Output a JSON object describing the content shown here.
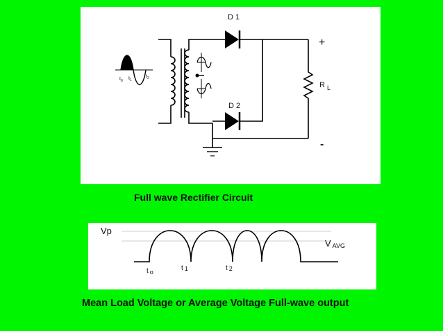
{
  "circuit": {
    "d1_label": "D 1",
    "d2_label": "D 2",
    "plus_label": "+",
    "minus_label": "-",
    "load_label_main": "R",
    "load_label_sub": "L",
    "input_t0_main": "t",
    "input_t0_sub": "0",
    "input_t1_main": "t",
    "input_t1_sub": "1",
    "input_t2_main": "t",
    "input_t2_sub": "2"
  },
  "captions": {
    "circuit": "Full wave Rectifier Circuit",
    "output": "Mean Load Voltage or Average Voltage Full-wave output"
  },
  "waveform": {
    "vp_label": "Vp",
    "vavg_main": "V",
    "vavg_sub": "AVG",
    "t0_main": "t",
    "t0_sub": "o",
    "t1_main": "t",
    "t1_sub": "1",
    "t2_main": "t",
    "t2_sub": "2"
  }
}
